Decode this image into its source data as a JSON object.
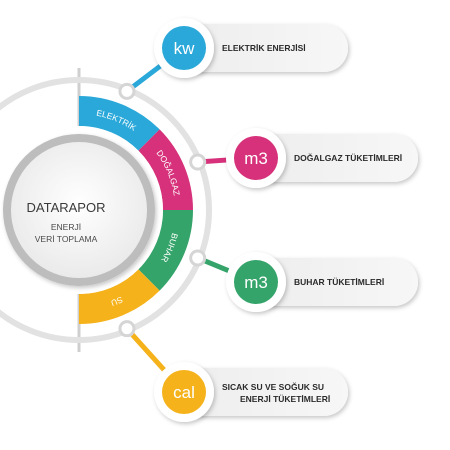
{
  "center": {
    "title": "DATARAPOR",
    "subtitle_line1": "ENERJİ",
    "subtitle_line2": "VERİ TOPLAMA"
  },
  "segments": [
    {
      "label": "ELEKTRİK",
      "color": "#29A8D9"
    },
    {
      "label": "DOĞALGAZ",
      "color": "#D6317A"
    },
    {
      "label": "BUHAR",
      "color": "#34A46A"
    },
    {
      "label": "SU",
      "color": "#F5B21A"
    }
  ],
  "items": [
    {
      "icon_text": "kw",
      "label_line1": "ELEKTRİK ENERJİSİ",
      "label_line2": "",
      "color": "#29A8D9",
      "icon": "kw-badge-icon"
    },
    {
      "icon_text": "m3",
      "label_line1": "DOĞALGAZ TÜKETİMLERİ",
      "label_line2": "",
      "color": "#D6317A",
      "icon": "m3-badge-icon"
    },
    {
      "icon_text": "m3",
      "label_line1": "BUHAR TÜKETİMLERİ",
      "label_line2": "",
      "color": "#34A46A",
      "icon": "m3-badge-icon"
    },
    {
      "icon_text": "cal",
      "label_line1": "SICAK SU VE SOĞUK SU",
      "label_line2": "ENERJİ TÜKETİMLERİ",
      "color": "#F5B21A",
      "icon": "cal-badge-icon"
    }
  ]
}
